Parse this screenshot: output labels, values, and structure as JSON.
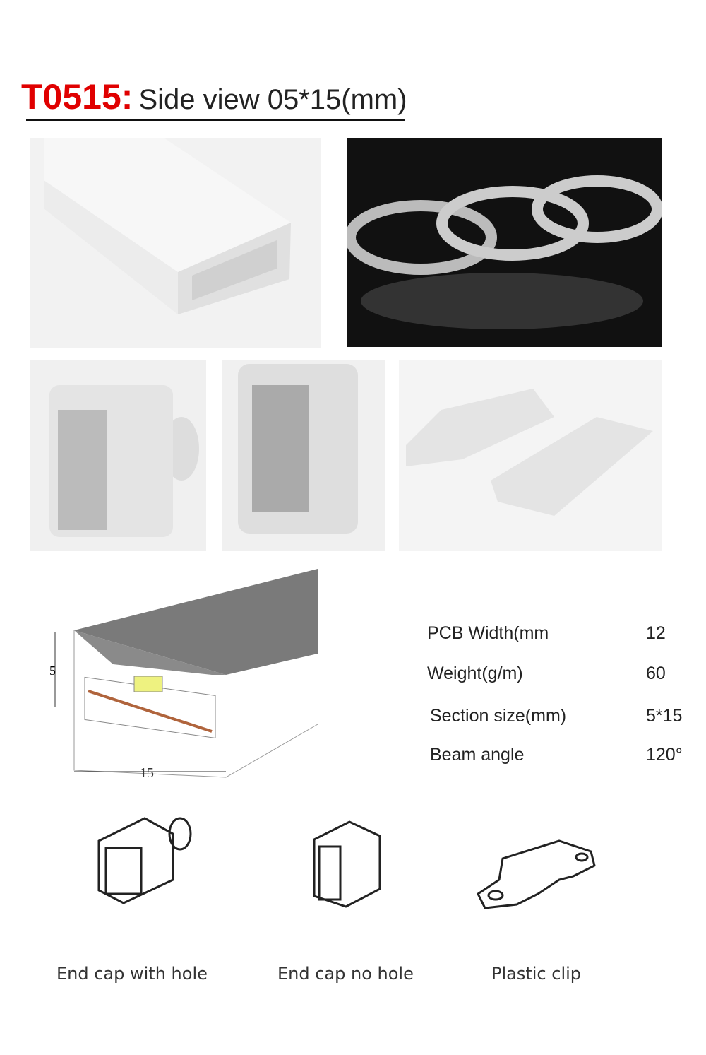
{
  "header": {
    "code": "T0515:",
    "subtitle": "Side view 05*15(mm)"
  },
  "diagram": {
    "height_label": "5",
    "width_label": "15"
  },
  "specs": [
    {
      "label": "PCB Width(mm",
      "value": "12"
    },
    {
      "label": "Weight(g/m)",
      "value": "60"
    },
    {
      "label": "Section size(mm)",
      "value": "5*15"
    },
    {
      "label": "Beam angle",
      "value": "120°"
    }
  ],
  "accessories": [
    {
      "label": "End cap with hole"
    },
    {
      "label": "End cap no hole"
    },
    {
      "label": "Plastic clip"
    }
  ]
}
